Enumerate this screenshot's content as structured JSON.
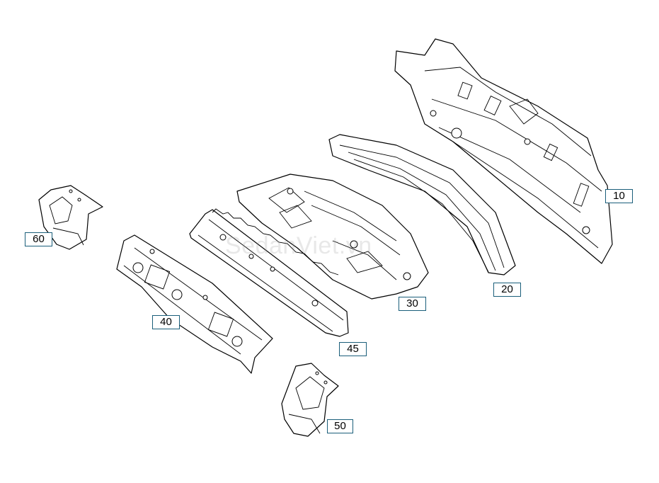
{
  "watermark": "SedanViet.vn",
  "callouts": [
    {
      "id": "10",
      "label": "10"
    },
    {
      "id": "20",
      "label": "20"
    },
    {
      "id": "30",
      "label": "30"
    },
    {
      "id": "40",
      "label": "40"
    },
    {
      "id": "45",
      "label": "45"
    },
    {
      "id": "50",
      "label": "50"
    },
    {
      "id": "60",
      "label": "60"
    }
  ],
  "colors": {
    "callout_border": "#1a5e7a",
    "line": "#000000",
    "background": "#ffffff"
  }
}
